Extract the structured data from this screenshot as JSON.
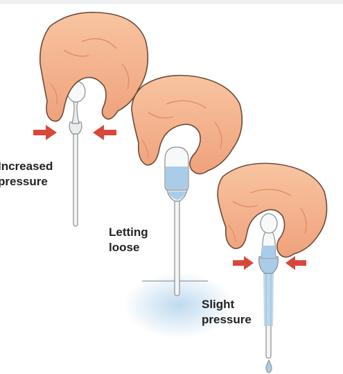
{
  "figure": {
    "panels": [
      {
        "label_lines": [
          "Increased",
          "pressure"
        ]
      },
      {
        "label_lines": [
          "Letting",
          "loose"
        ]
      },
      {
        "label_lines": [
          "Slight",
          "pressure"
        ]
      }
    ]
  },
  "colors": {
    "skin": "#F4B48E",
    "skin_shadow": "#E08C68",
    "outline": "#6B4A3A",
    "bulb": "#E9EDF0",
    "liquid": "#A9CCE8",
    "water": "#BBD8EE",
    "arrow": "#D9463A",
    "text": "#222222",
    "tube": "#F3F5F6"
  },
  "icons": [
    "hand-icon",
    "pipette-icon",
    "arrow-right-icon",
    "arrow-left-icon",
    "droplet-icon"
  ]
}
